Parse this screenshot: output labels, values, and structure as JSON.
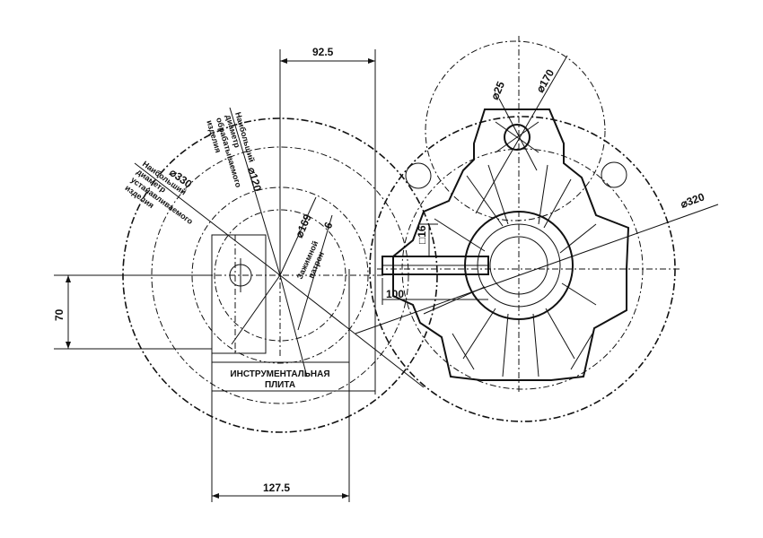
{
  "dims": {
    "top_width": "92.5",
    "bottom_width": "127.5",
    "left_height": "70",
    "d25": "⌀25",
    "d170": "⌀170",
    "d320": "⌀320",
    "d330": "⌀330",
    "d120": "⌀120",
    "d169": "⌀169",
    "d6": "6",
    "sq16": "□16",
    "len100": "100"
  },
  "notes": {
    "max_machined": [
      "Наибольший",
      "диаметр",
      "обрабатываемого",
      "изделия"
    ],
    "max_mounted": [
      "Наибольший",
      "диаметр",
      "устанавливаемого",
      "изделия"
    ],
    "chuck": [
      "Зажимной",
      "патрон"
    ]
  },
  "plate_label": [
    "ИНСТРУМЕНТАЛЬНАЯ",
    "ПЛИТА"
  ]
}
